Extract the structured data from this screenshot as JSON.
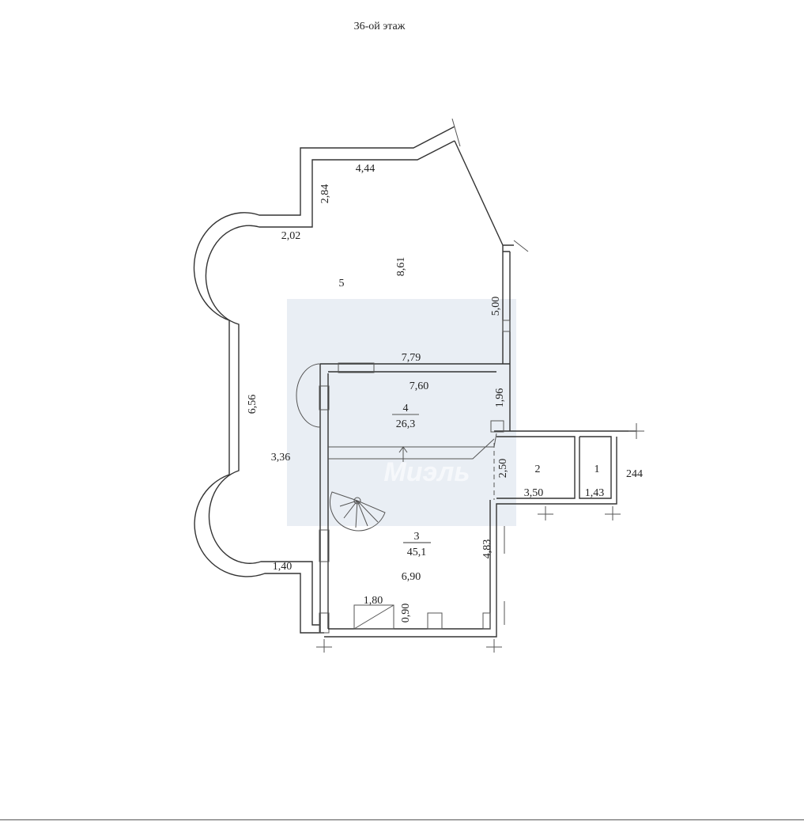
{
  "title": "36-ой этаж",
  "watermark": "Миэль",
  "colors": {
    "walls": "#333333",
    "text": "#222222",
    "highlight": "#d9302a",
    "watermark_bg": "#e9eef4"
  },
  "rooms": [
    {
      "number": "1"
    },
    {
      "number": "2"
    },
    {
      "number": "3",
      "area": "45,1"
    },
    {
      "number": "4",
      "area": "26,3"
    },
    {
      "number": "5"
    }
  ],
  "dimensions": {
    "d444": "4,44",
    "d284": "2,84",
    "d202": "2,02",
    "d861": "8,61",
    "d500": "5,00",
    "d779": "7,79",
    "d760": "7,60",
    "d196": "1,96",
    "d656": "6,56",
    "d336": "3,36",
    "d250": "2,50",
    "d350": "3,50",
    "d143": "1,43",
    "d483": "4,83",
    "d140": "1,40",
    "d690": "6,90",
    "d180": "1,80",
    "d090": "0,90"
  },
  "apartment_number": "244"
}
